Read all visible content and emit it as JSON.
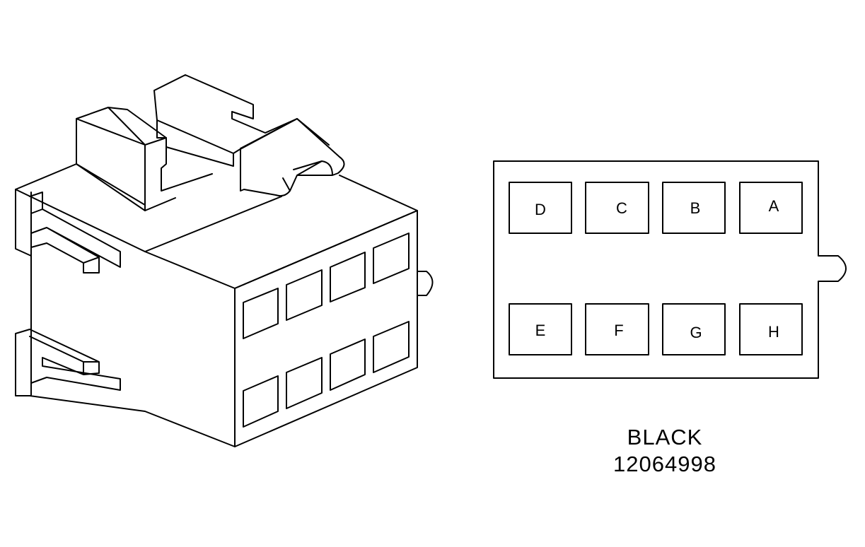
{
  "connector": {
    "color": "BLACK",
    "part_number": "12064998",
    "cavities": {
      "top_row": [
        "D",
        "C",
        "B",
        "A"
      ],
      "bottom_row": [
        "E",
        "F",
        "G",
        "H"
      ]
    }
  }
}
